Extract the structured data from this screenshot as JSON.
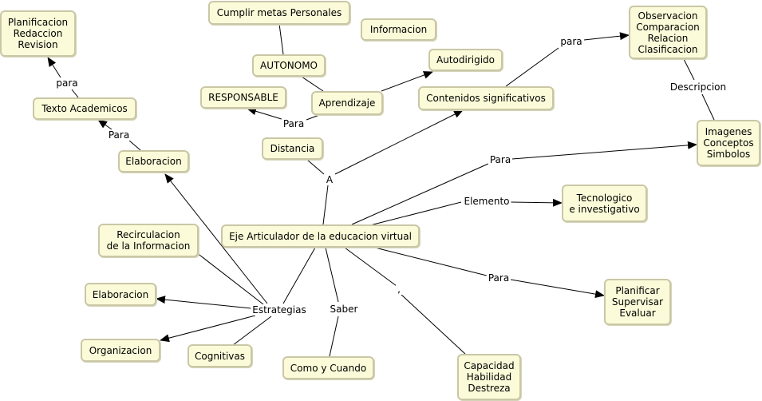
{
  "nodes": {
    "cumplir": "Cumplir metas Personales",
    "informacion": "Informacion",
    "autonomo": "AUTONOMO",
    "autodirigido": "Autodirigido",
    "responsable": "RESPONSABLE",
    "aprendizaje": "Aprendizaje",
    "distancia": "Distancia",
    "contenidos": "Contenidos significativos",
    "observacion": "Observacion\nComparacion\nRelacion\nClasificacion",
    "imagenes": "Imagenes\nConceptos\nSimbolos",
    "tecnologico": "Tecnologico\ne investigativo",
    "planificacion_redaccion": "Planificacion\nRedaccion\nRevision",
    "texto_academicos": "Texto Academicos",
    "elaboracion_top": "Elaboracion",
    "eje": "Eje Articulador de la educacion virtual",
    "recirculacion": "Recirculacion\nde la Informacion",
    "elaboracion_left": "Elaboracion",
    "organizacion": "Organizacion",
    "cognitivas": "Cognitivas",
    "como_cuando": "Como y Cuando",
    "capacidad": "Capacidad\nHabilidad\nDestreza",
    "planificar": "Planificar\nSupervisar\nEvaluar"
  },
  "labels": {
    "para_top_left": "para",
    "para_left": "Para",
    "para_distancia": "Para",
    "a": "A",
    "para_contenidos": "para",
    "descripcion": "Descripcion",
    "para_imagenes": "Para",
    "elemento": "Elemento",
    "estrategias": "Estrategias",
    "saber": "Saber",
    "comma": ",",
    "para_planificar": "Para"
  }
}
